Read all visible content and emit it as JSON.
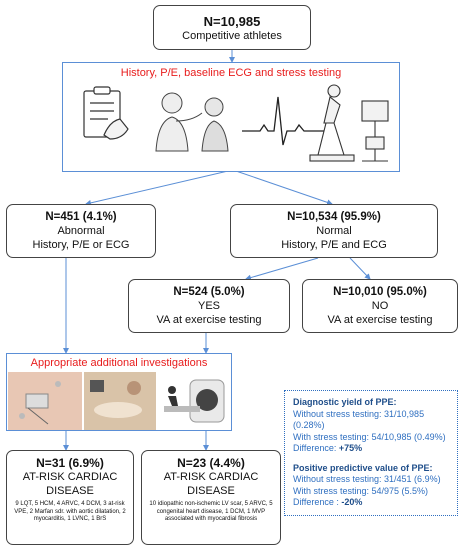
{
  "top": {
    "count": "N=10,985",
    "label": "Competitive athletes"
  },
  "screening": {
    "title": "History, P/E, baseline ECG and stress testing"
  },
  "abnormal": {
    "count": "N=451 (4.1%)",
    "line1": "Abnormal",
    "line2": "History, P/E or ECG"
  },
  "normal": {
    "count": "N=10,534 (95.9%)",
    "line1": "Normal",
    "line2": "History, P/E and ECG"
  },
  "va_yes": {
    "count": "N=524 (5.0%)",
    "line1": "YES",
    "line2": "VA at exercise testing"
  },
  "va_no": {
    "count": "N=10,010 (95.0%)",
    "line1": "NO",
    "line2": "VA at exercise testing"
  },
  "investigations": {
    "title": "Appropriate additional investigations"
  },
  "risk1": {
    "count": "N=31 (6.9%)",
    "line1": "AT-RISK CARDIAC",
    "line2": "DISEASE",
    "detail": "9 LQT, 5 HCM, 4 ARVC, 4 DCM, 3 at-risk VPE, 2 Marfan sdr. with aortic dilatation, 2 myocarditis, 1 LVNC, 1 BrS"
  },
  "risk2": {
    "count": "N=23 (4.4%)",
    "line1": "AT-RISK CARDIAC",
    "line2": "DISEASE",
    "detail": "10 idiopathic non-ischemic LV scar, 5 ARVC, 5 congenital heart disease, 1 DCM, 1 MVP associated with myocardial fibrosis"
  },
  "yield_box": {
    "diag_title": "Diagnostic yield of PPE:",
    "without1": "Without stress testing: 31/10,985 (0.28%)",
    "with1": "With stress testing: 54/10,985 (0.49%)",
    "diff1_label": "Difference: ",
    "diff1_value": "+75%",
    "ppv_title": "Positive predictive value of PPE:",
    "without2": "Without stress testing:  31/451 (6.9%)",
    "with2": "With stress testing:  54/975 (5.5%)",
    "diff2_label": "Difference : ",
    "diff2_value": "-20%"
  },
  "colors": {
    "arrow": "#5b8fd6",
    "red_title": "#e81c1c",
    "blue_text": "#2f6fc0",
    "dark_blue": "#1f4e8a"
  }
}
